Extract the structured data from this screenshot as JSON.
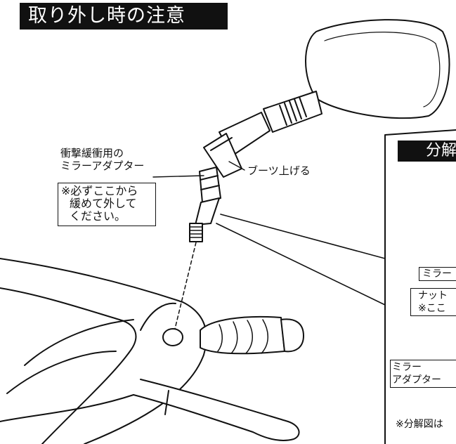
{
  "title": "取り外し時の注意",
  "labels": {
    "adapter_line1": "衝撃緩衝用の",
    "adapter_line2": "ミラーアダプター",
    "boot": "ブーツ上げる"
  },
  "warning": {
    "line1": "※必ずここから",
    "line2": "緩めて外して",
    "line3": "ください。"
  },
  "panel": {
    "title": "分解",
    "mirror_label": "ミラー",
    "nut_line1": "ナット",
    "nut_line2": "※ここ",
    "adapter_line1": "ミラー",
    "adapter_line2": "アダプター",
    "note": "※分解図は"
  }
}
